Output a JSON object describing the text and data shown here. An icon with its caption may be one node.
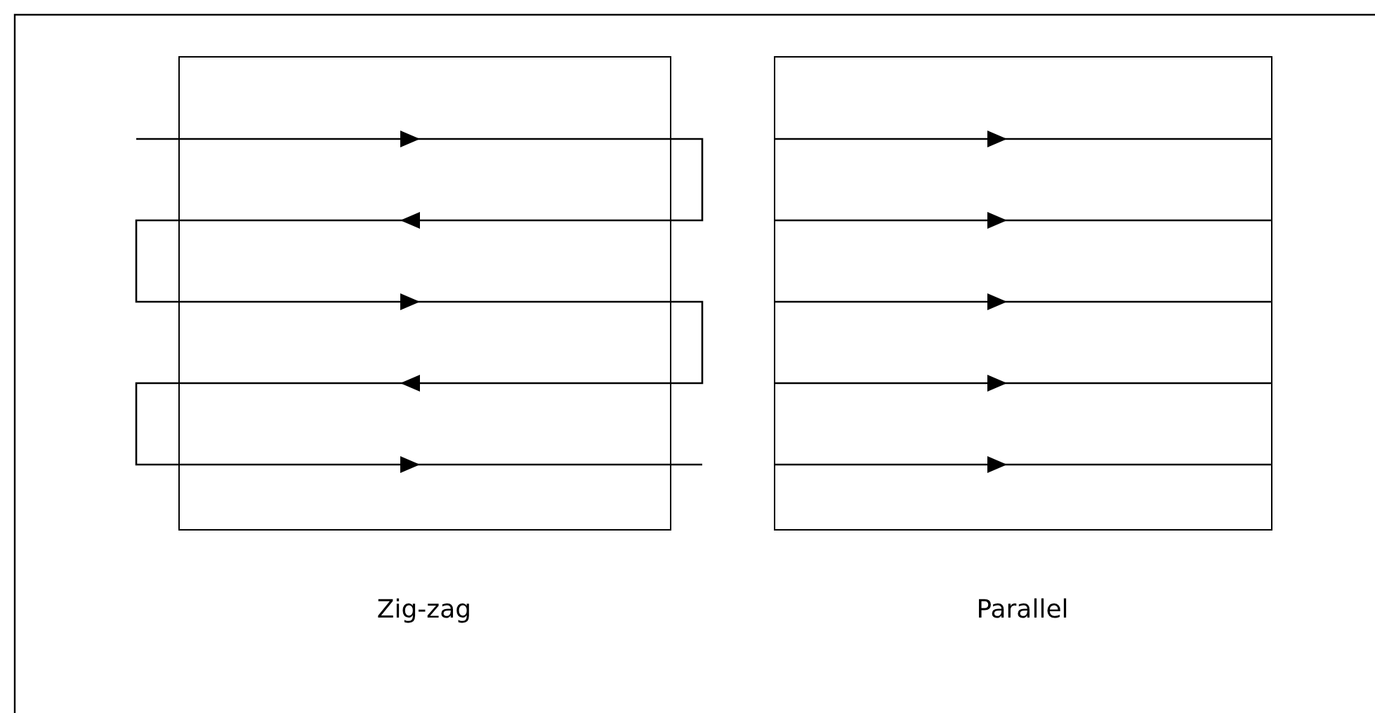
{
  "diagram": {
    "nodes": [
      {
        "text": [],
        "shape": "box",
        "beside": [
          "Zig-zag"
        ]
      },
      {
        "text": [],
        "shape": "box",
        "beside": [
          "Parallel"
        ]
      }
    ]
  }
}
